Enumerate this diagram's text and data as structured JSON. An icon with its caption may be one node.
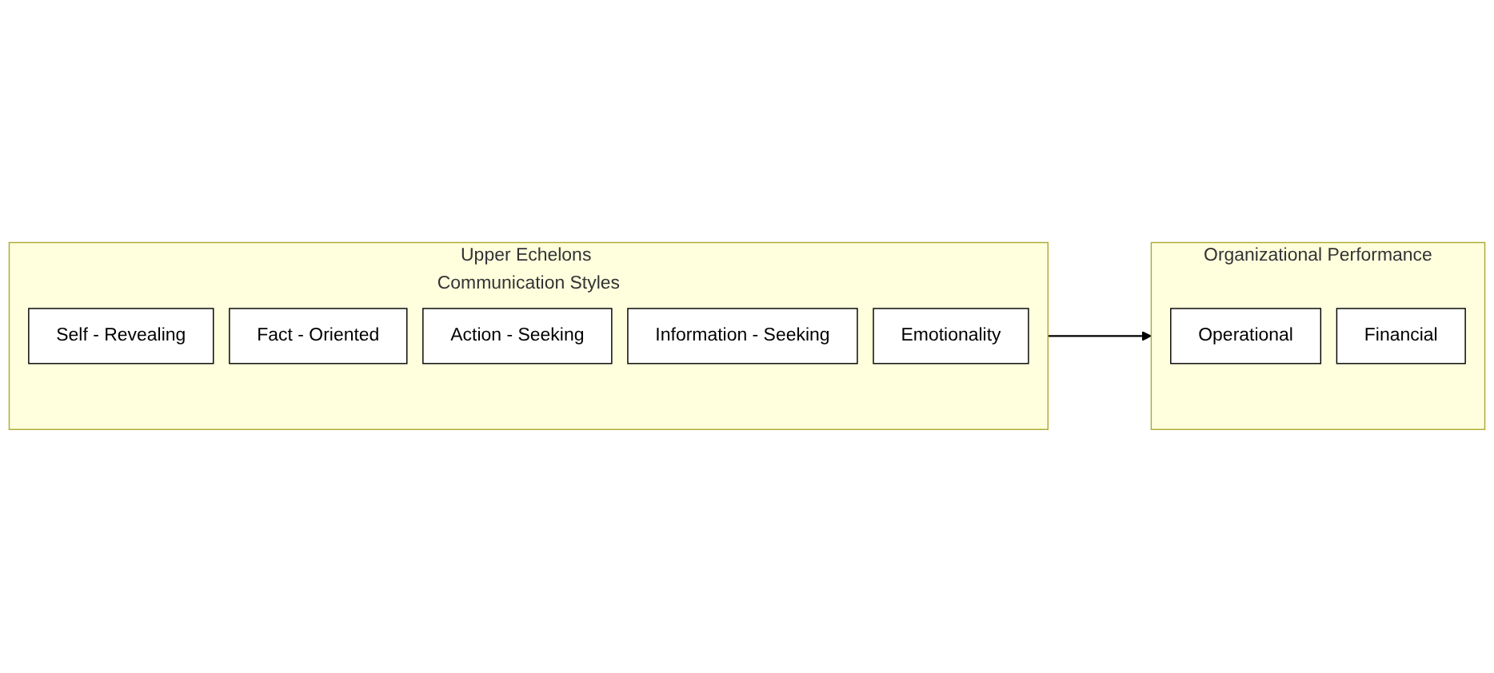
{
  "diagram": {
    "nodes": [
      {
        "text": [
          "Upper Echelons Communication Styles"
        ]
      },
      {
        "text": [
          "Self - Revealing"
        ],
        "in": 0
      },
      {
        "text": [
          "Fact - Oriented"
        ],
        "in": 0
      },
      {
        "text": [
          "Action - Seeking"
        ],
        "in": 0
      },
      {
        "text": [
          "Information - Seeking"
        ],
        "in": 0
      },
      {
        "text": [
          "Emotionality"
        ],
        "in": 0
      },
      {
        "text": [
          "Organizational Performance"
        ]
      },
      {
        "text": [
          "Operational"
        ],
        "in": 6
      },
      {
        "text": [
          "Financial"
        ],
        "in": 6
      }
    ],
    "edges": [
      {
        "from": 0,
        "to": 6,
        "arrow": "to"
      }
    ]
  }
}
